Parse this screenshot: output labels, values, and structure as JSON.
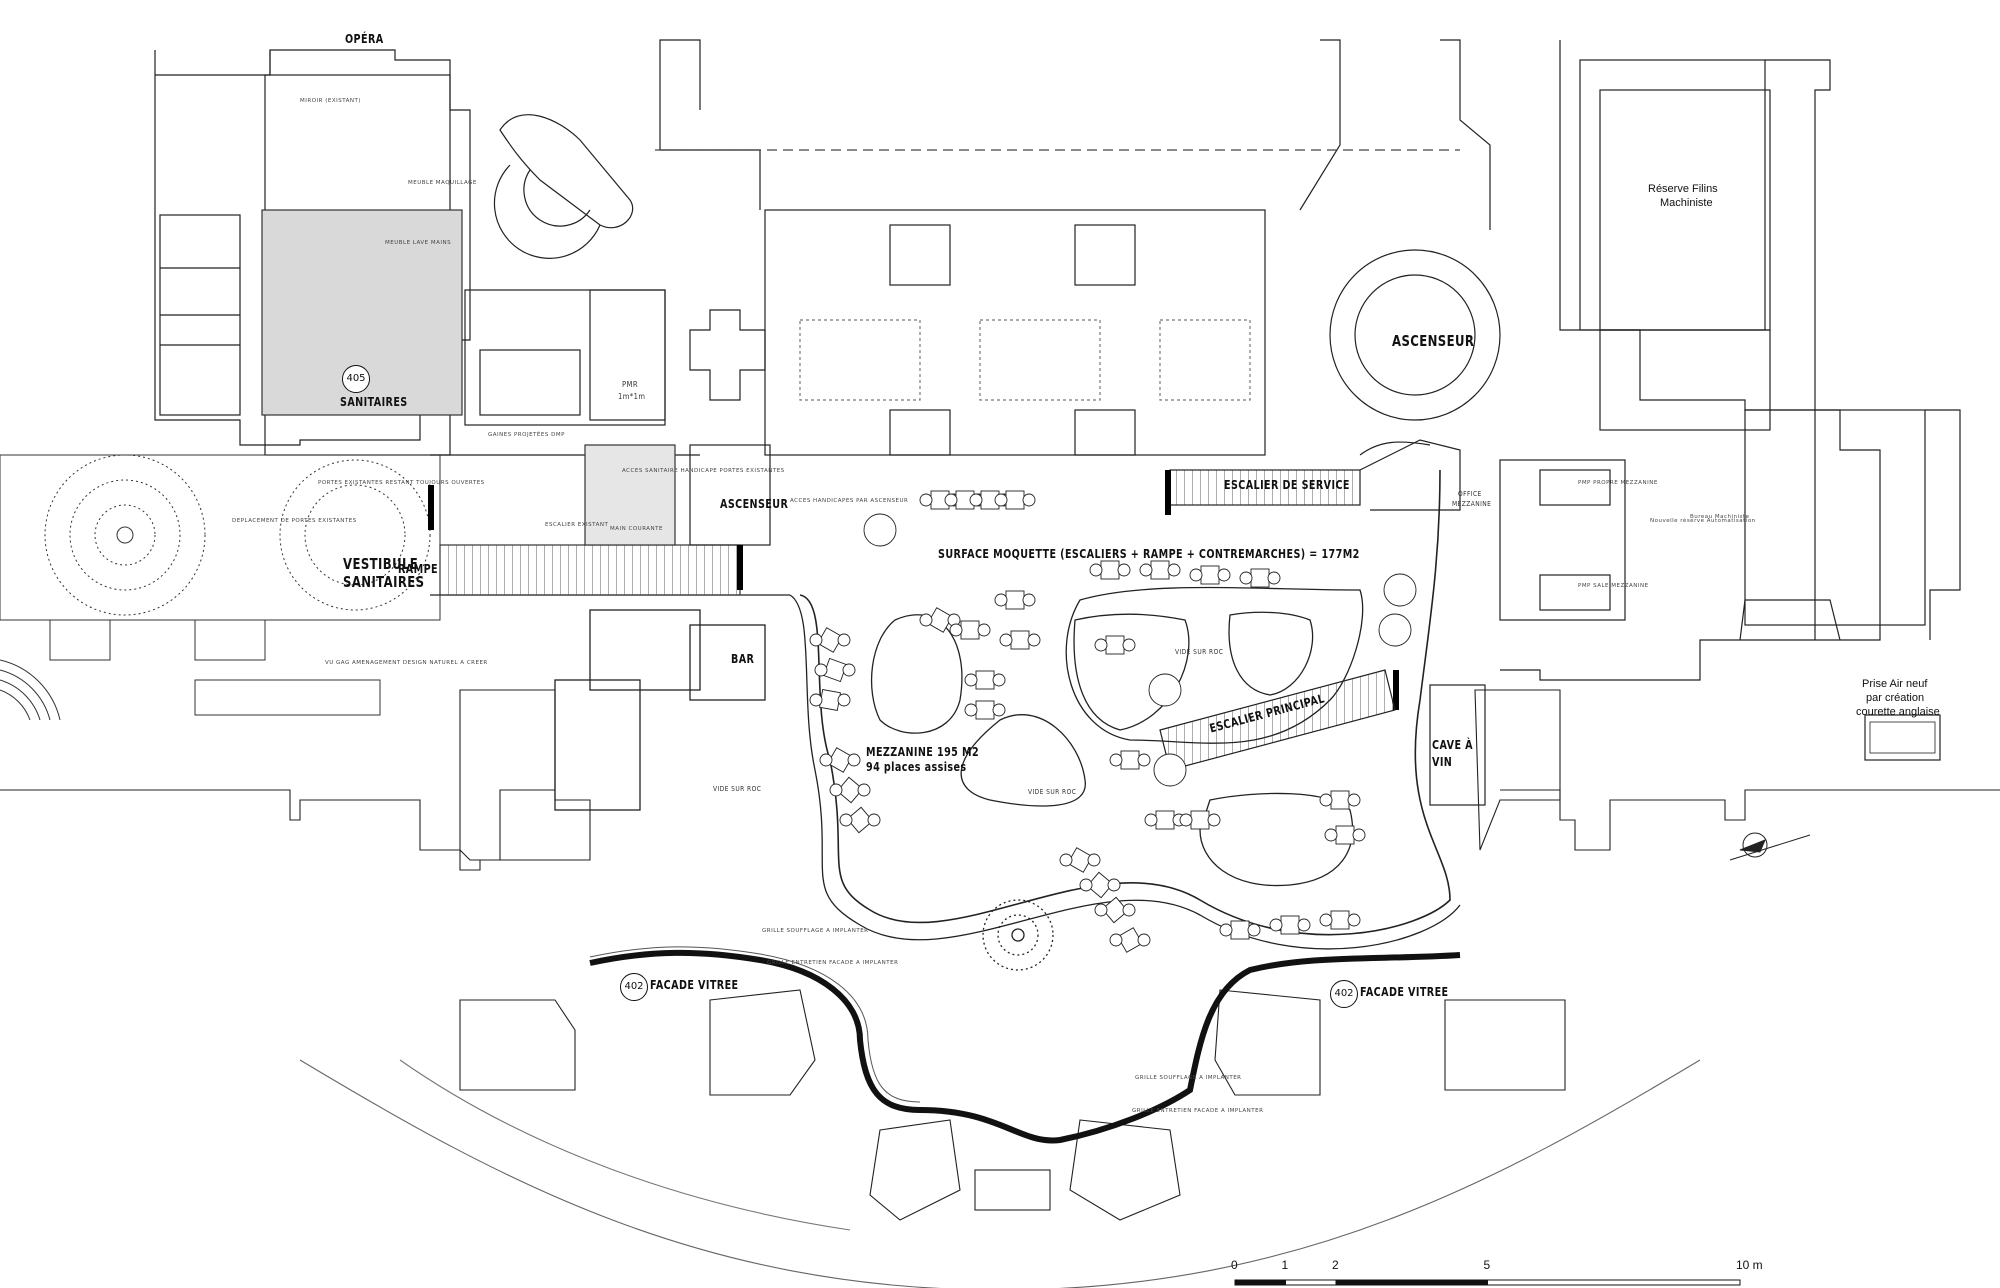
{
  "rooms": {
    "opera": "OPÉRA",
    "sanitaires_num": "405",
    "sanitaires": "SANITAIRES",
    "vestibule_1": "VESTIBULE",
    "vestibule_2": "SANITAIRES",
    "rampe": "RAMPE",
    "ascenseur_left": "ASCENSEUR",
    "ascenseur_right": "ASCENSEUR",
    "escalier_service": "ESCALIER DE SERVICE",
    "surface_moquette": "SURFACE MOQUETTE (ESCALIERS + RAMPE + CONTREMARCHES) = 177M2",
    "bar": "BAR",
    "mezzanine_1": "MEZZANINE 195 M2",
    "mezzanine_2": "94 places assises",
    "vide_roc_1": "VIDE SUR ROC",
    "vide_roc_2": "VIDE SUR ROC",
    "vide_roc_3": "VIDE SUR ROC",
    "escalier_principal": "ESCALIER PRINCIPAL",
    "cave_1": "CAVE À",
    "cave_2": "VIN",
    "facade_num_left": "402",
    "facade_left": "FACADE VITREE",
    "facade_num_right": "402",
    "facade_right": "FACADE VITREE",
    "pmr_1": "PMR",
    "pmr_2": "1m*1m",
    "reserve_1": "Réserve Filins",
    "reserve_2": "Machiniste",
    "prise_1": "Prise Air neuf",
    "prise_2": "par création",
    "prise_3": "courette anglaise",
    "office_1": "OFFICE",
    "office_2": "MEZZANINE",
    "bureau": "Bureau Machiniste"
  },
  "notes": {
    "miroir_existant": "MIROIR (EXISTANT)",
    "meuble_maquillage": "MEUBLE MAQUILLAGE",
    "meuble_lave_mains": "MEUBLE LAVE MAINS",
    "gaines_projetees": "GAINES PROJETÉES DMP",
    "portes_existantes": "PORTES EXISTANTES RESTANT TOUJOURS OUVERTES",
    "deplacement_portes": "DEPLACEMENT DE PORTES EXISTANTES",
    "acces_handicape": "ACCES SANITAIRE HANDICAPE PORTES EXISTANTES",
    "escalier_existant": "ESCALIER EXISTANT",
    "main_courante": "MAIN COURANTE",
    "acces_handicapes_asc": "ACCES HANDICAPES PAR ASCENSEUR",
    "vu_gag": "VU GAG AMENAGEMENT DESIGN NATUREL A CREER",
    "grille_soufflage_1": "GRILLE SOUFFLAGE A IMPLANTER",
    "grille_entretien_1": "GRILLE ENTRETIEN FACADE A IMPLANTER",
    "grille_soufflage_2": "GRILLE SOUFFLAGE A IMPLANTER",
    "grille_entretien_2": "GRILLE ENTRETIEN FACADE A IMPLANTER",
    "nouvelle_reserve": "Nouvelle réserve Automatisation",
    "pmr_propre": "PMP PROPRE MEZZANINE",
    "pmr_sale": "PMP SALE MEZZANINE"
  },
  "scale_bar": {
    "labels": [
      "0",
      "1",
      "2",
      "5",
      "10 m"
    ],
    "values_m": [
      0,
      1,
      2,
      5,
      10
    ]
  },
  "colors": {
    "line": "#1a1a1a",
    "thin": "#555555",
    "hatch": "#d9d9d9",
    "glass": "#111111"
  }
}
